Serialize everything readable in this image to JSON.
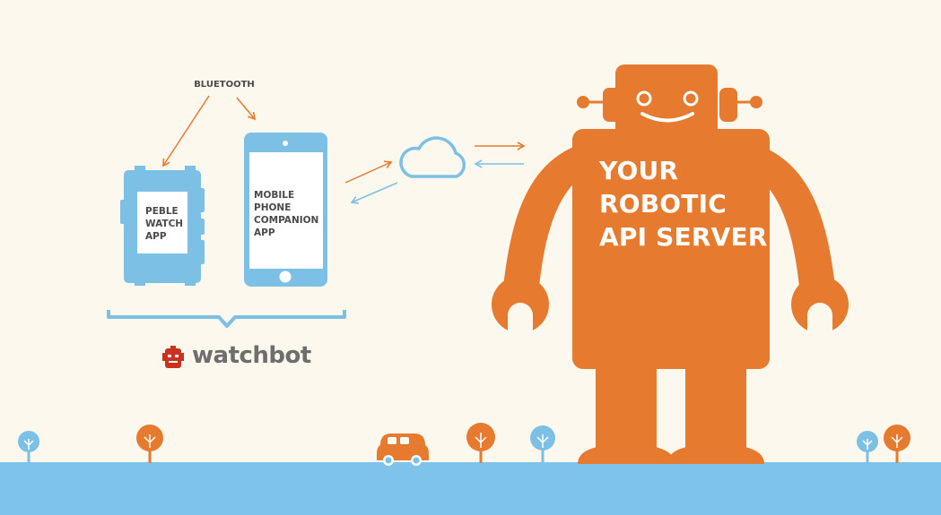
{
  "labels": {
    "bluetooth": "BLUETOOTH",
    "watch_app": "PEBLE\nWATCH\nAPP",
    "phone_app": "MOBILE\nPHONE\nCOMPANION\nAPP",
    "robot_server": "YOUR\nROBOTIC\nAPI SERVER",
    "brand": "watchbot"
  },
  "colors": {
    "background": "#fdf8ee",
    "orange": "#e67a2f",
    "blue": "#7cc0e6",
    "ground": "#7dc3ea",
    "text_dark": "#4a4a4a",
    "brand_red": "#c8321e",
    "brand_gray": "#6e6e6e"
  },
  "icons": [
    "pebble-watch-icon",
    "smartphone-icon",
    "cloud-icon",
    "robot-icon",
    "watchbot-logo-icon",
    "tree-icon",
    "car-icon",
    "brace-icon"
  ]
}
